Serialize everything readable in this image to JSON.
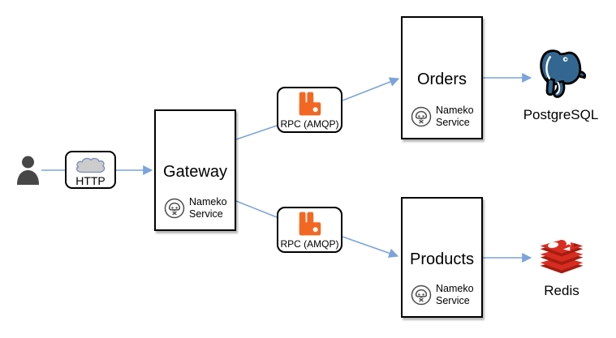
{
  "diagram": {
    "nodes": {
      "user": {
        "type": "actor"
      },
      "http": {
        "label": "HTTP"
      },
      "gateway": {
        "title": "Gateway",
        "badge": {
          "line1": "Nameko",
          "line2": "Service"
        }
      },
      "rpc_top": {
        "label": "RPC (AMQP)"
      },
      "rpc_bottom": {
        "label": "RPC (AMQP)"
      },
      "orders": {
        "title": "Orders",
        "badge": {
          "line1": "Nameko",
          "line2": "Service"
        }
      },
      "products": {
        "title": "Products",
        "badge": {
          "line1": "Nameko",
          "line2": "Service"
        }
      },
      "postgresql": {
        "label": "PostgreSQL"
      },
      "redis": {
        "label": "Redis"
      }
    },
    "edges": [
      {
        "from": "user",
        "to": "http",
        "arrowhead": false
      },
      {
        "from": "http",
        "to": "gateway",
        "arrowhead": true
      },
      {
        "from": "gateway",
        "to": "rpc_top",
        "arrowhead": false
      },
      {
        "from": "gateway",
        "to": "rpc_bottom",
        "arrowhead": false
      },
      {
        "from": "rpc_top",
        "to": "orders",
        "arrowhead": true
      },
      {
        "from": "rpc_bottom",
        "to": "products",
        "arrowhead": true
      },
      {
        "from": "orders",
        "to": "postgresql",
        "arrowhead": true
      },
      {
        "from": "products",
        "to": "redis",
        "arrowhead": true
      }
    ],
    "colors": {
      "arrow": "#7ba3dc",
      "rabbitmq_orange": "#f26822",
      "postgres_blue": "#336791",
      "redis_red": "#d82c20",
      "redis_dark": "#a41e11",
      "cloud_fill": "#cccccc",
      "cloud_stroke": "#8191bd",
      "person_fill": "#474747",
      "nameko_gray": "#4d4d4d"
    }
  }
}
